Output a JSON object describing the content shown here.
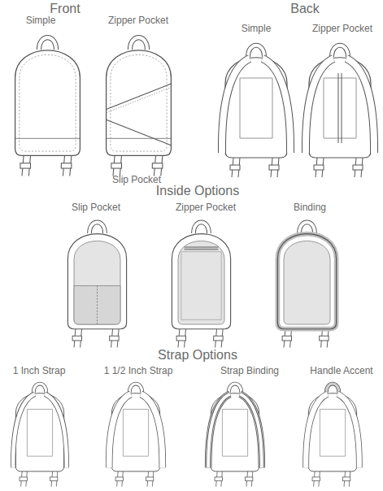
{
  "diagram": {
    "labels": [
      "Front",
      "Back",
      "Simple",
      "Zipper Pocket",
      "Simple",
      "Zipper Pocket",
      "Slip Pocket",
      "Inside Options",
      "Slip Pocket",
      "Zipper Pocket",
      "Binding",
      "Strap Options",
      "1 Inch Strap",
      "1 1/2 Inch Strap",
      "Strap Binding",
      "Handle Accent"
    ]
  }
}
